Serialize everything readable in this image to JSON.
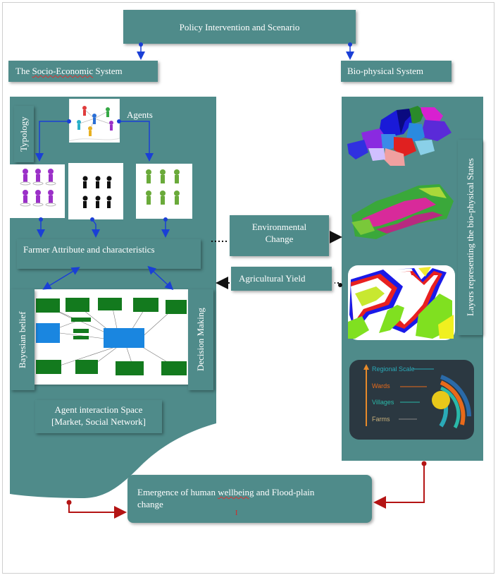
{
  "policy": {
    "label": "Policy Intervention and Scenario"
  },
  "socio": {
    "label": "The Socio-Economic System"
  },
  "bio": {
    "label": "Bio-physical System"
  },
  "agents": {
    "label": "Agents"
  },
  "typology": {
    "label": "Typology"
  },
  "farmer": {
    "label": "Farmer Attribute and characteristics"
  },
  "bayes": {
    "label": "Bayesian belief"
  },
  "decision": {
    "label": "Decision Making"
  },
  "interaction": {
    "line1": "Agent interaction Space",
    "line2": "[Market, Social Network]"
  },
  "environment": {
    "line1": "Environmental",
    "line2": "Change"
  },
  "yield": {
    "label": "Agricultural Yield"
  },
  "layers": {
    "label": "Layers representing the bio-physical States"
  },
  "emergence": {
    "line1": "Emergence of human wellbeing and Flood-plain",
    "line2": "change",
    "marker": "I"
  },
  "scale": {
    "regional": "Regional Scale",
    "wards": "Wards",
    "villages": "Villages",
    "farms": "Farms"
  },
  "colors": {
    "teal": "#4f8b8a",
    "blue_arrow": "#1a3fd6",
    "red_arrow": "#b41414",
    "purple_agent": "#9b30c8",
    "green_agent": "#6aaa3a"
  }
}
